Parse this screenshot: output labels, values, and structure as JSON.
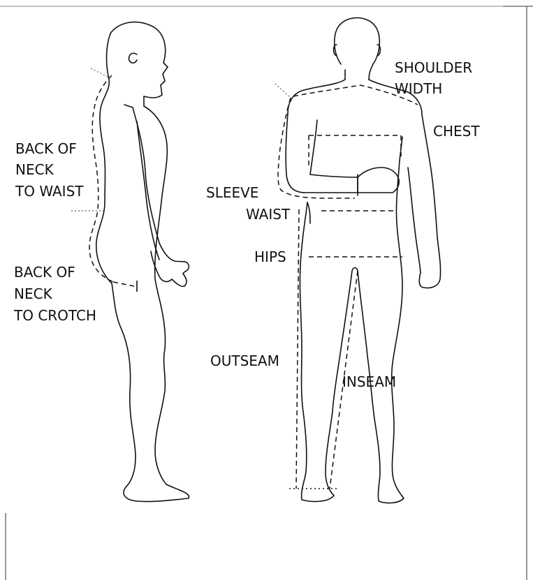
{
  "labels": {
    "back_of_neck_to_waist": [
      "BACK OF",
      "NECK",
      "TO WAIST"
    ],
    "back_of_neck_to_crotch": [
      "BACK OF",
      "NECK",
      "TO CROTCH"
    ],
    "shoulder_width": [
      "SHOULDER",
      "WIDTH"
    ],
    "chest": "CHEST",
    "sleeve": "SLEEVE",
    "waist": "WAIST",
    "hips": "HIPS",
    "outseam": "OUTSEAM",
    "inseam": "INSEAM"
  },
  "colors": {
    "line": "#111111",
    "guide": "#555555",
    "background": "#ffffff"
  }
}
